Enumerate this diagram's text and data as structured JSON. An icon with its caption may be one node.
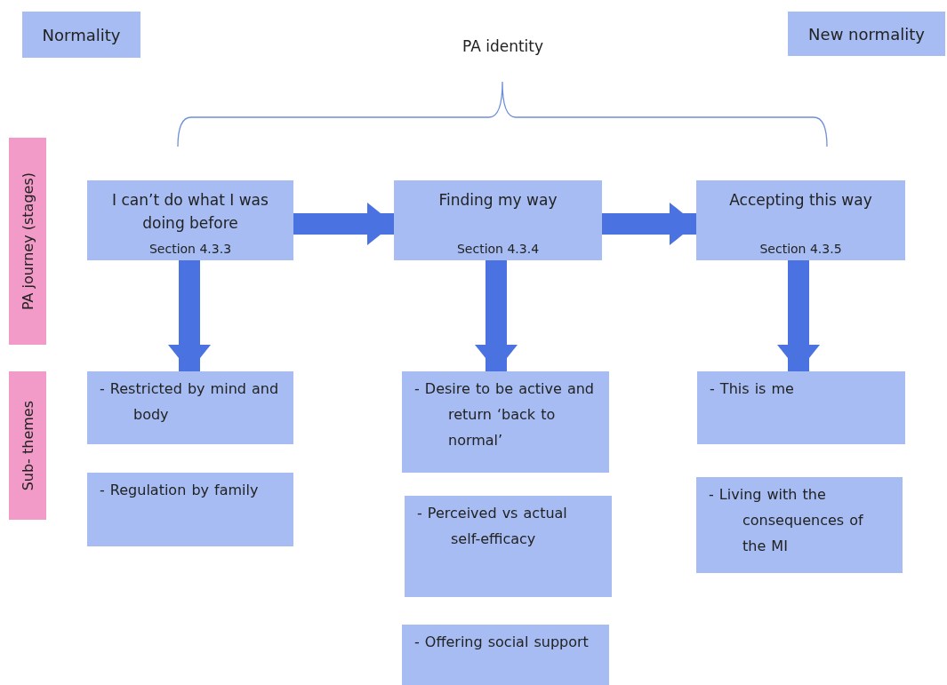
{
  "diagram": {
    "nodes": [
      {
        "text": [
          "Normality"
        ]
      },
      {
        "text": [
          "New normality"
        ]
      },
      {
        "text": [
          "PA journey (stages)"
        ]
      },
      {
        "text": [
          "Sub- themes"
        ]
      },
      {
        "text": [
          "I can’t do what I was doing before",
          "Section 4.3.3"
        ]
      },
      {
        "text": [
          "Finding my way",
          "Section 4.3.4"
        ]
      },
      {
        "text": [
          "Accepting this way",
          "Section 4.3.5"
        ]
      },
      {
        "text": [
          "- Restricted by mind and body"
        ]
      },
      {
        "text": [
          "- Regulation by family"
        ]
      },
      {
        "text": [
          "- Desire to be active and return ‘back to normal’"
        ]
      },
      {
        "text": [
          "- Perceived vs actual self-efficacy"
        ]
      },
      {
        "text": [
          "- Offering social support"
        ]
      },
      {
        "text": [
          "- This is me"
        ]
      },
      {
        "text": [
          "- Living with the consequences of the MI"
        ]
      }
    ],
    "edges": [
      {
        "from": 4,
        "to": 5,
        "arrow": "to"
      },
      {
        "from": 5,
        "to": 6,
        "arrow": "to"
      },
      {
        "from": 4,
        "to": 7,
        "arrow": "to"
      },
      {
        "from": 5,
        "to": 9,
        "arrow": "to"
      },
      {
        "from": 6,
        "to": 12,
        "arrow": "to"
      }
    ],
    "labels": [
      "PA identity"
    ]
  }
}
